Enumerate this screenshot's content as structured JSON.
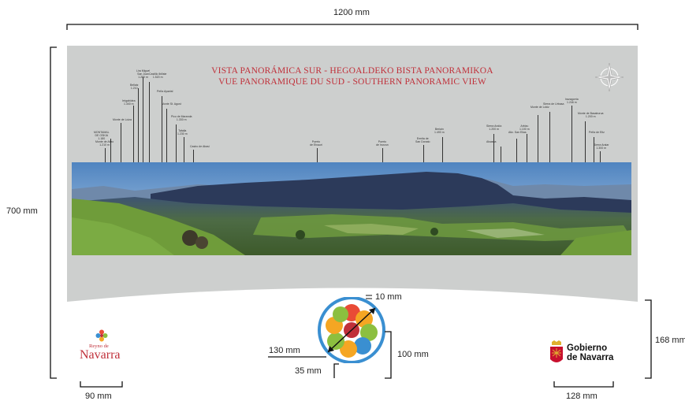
{
  "dimensions": {
    "width": "1200 mm",
    "height": "700 mm",
    "right_height": "168 mm",
    "left_margin": "90 mm",
    "right_margin": "128 mm",
    "logo_inner": "10 mm",
    "logo_diameter": "130 mm",
    "logo_height": "100 mm",
    "logo_bottom": "35 mm"
  },
  "panel": {
    "title_line1": "VISTA PANORÁMICA SUR - HEGOALDEKO BISTA PANORAMIKOA",
    "title_line2": "VUE PANORAMIQUE DU SUD - SOUTHERN PANORAMIC VIEW"
  },
  "logos": {
    "reyno_line1": "Reyno de",
    "reyno_line2": "Navarra",
    "gobierno_line1": "Gobierno",
    "gobierno_line2": "de Navarra"
  },
  "colors": {
    "panel_bg": "#cdcfce",
    "title_red": "#c0303a",
    "sky": "#5d8fc6",
    "mountain": "#2c3a5a",
    "grass": "#5f8a3a"
  }
}
